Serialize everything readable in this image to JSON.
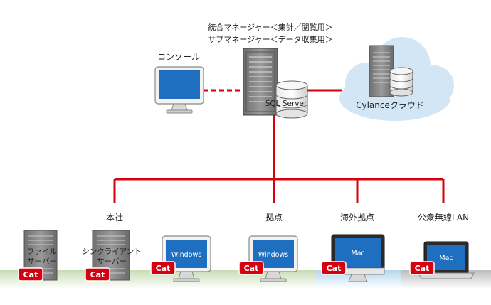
{
  "manager": {
    "line1": "統合マネージャー＜集計／閲覧用＞",
    "line2": "サブマネージャー＜データ収集用＞",
    "db_label": "SQL Server"
  },
  "console": {
    "label": "コンソール"
  },
  "cloud": {
    "label": "Cylanceクラウド"
  },
  "branches": {
    "honsha": "本社",
    "kyoten": "拠点",
    "kaigai": "海外拠点",
    "public_lan": "公衆無線LAN"
  },
  "devices": {
    "file_server_l1": "ファイル",
    "file_server_l2": "サーバー",
    "sync_server_l1": "シンクライアント",
    "sync_server_l2": "サーバー",
    "windows": "Windows",
    "mac": "Mac",
    "cat_badge": "Cat"
  },
  "colors": {
    "network_line": "#d7000f",
    "cat_badge": "#d7000f",
    "screen": "#1e6fc0",
    "ground_green": "#c8dcb4",
    "ground_blue": "#b4d6ee",
    "ground_gray": "#bcbcbc",
    "cloud": "#d2e6f5"
  }
}
